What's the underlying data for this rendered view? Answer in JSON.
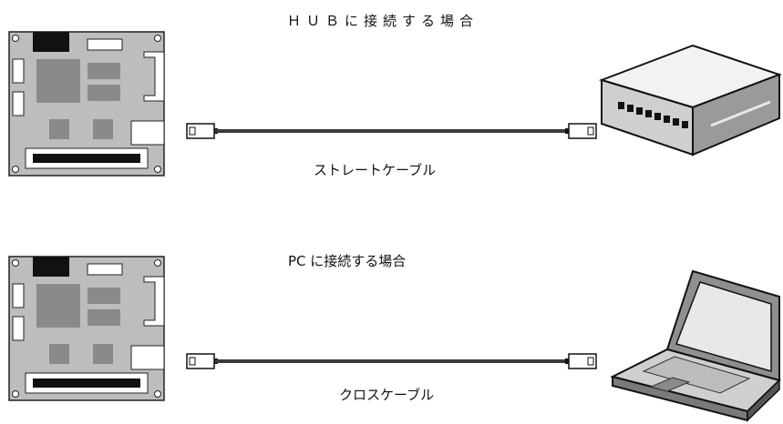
{
  "section_hub": {
    "title": "ＨＵＢに接続する場合",
    "cable_label": "ストレートケーブル",
    "device_icon": "hub-icon"
  },
  "section_pc": {
    "title": "PC に接続する場合",
    "cable_label": "クロスケーブル",
    "device_icon": "laptop-icon"
  },
  "board_icon": "circuit-board-icon",
  "connector_icon": "rj45-connector-icon"
}
